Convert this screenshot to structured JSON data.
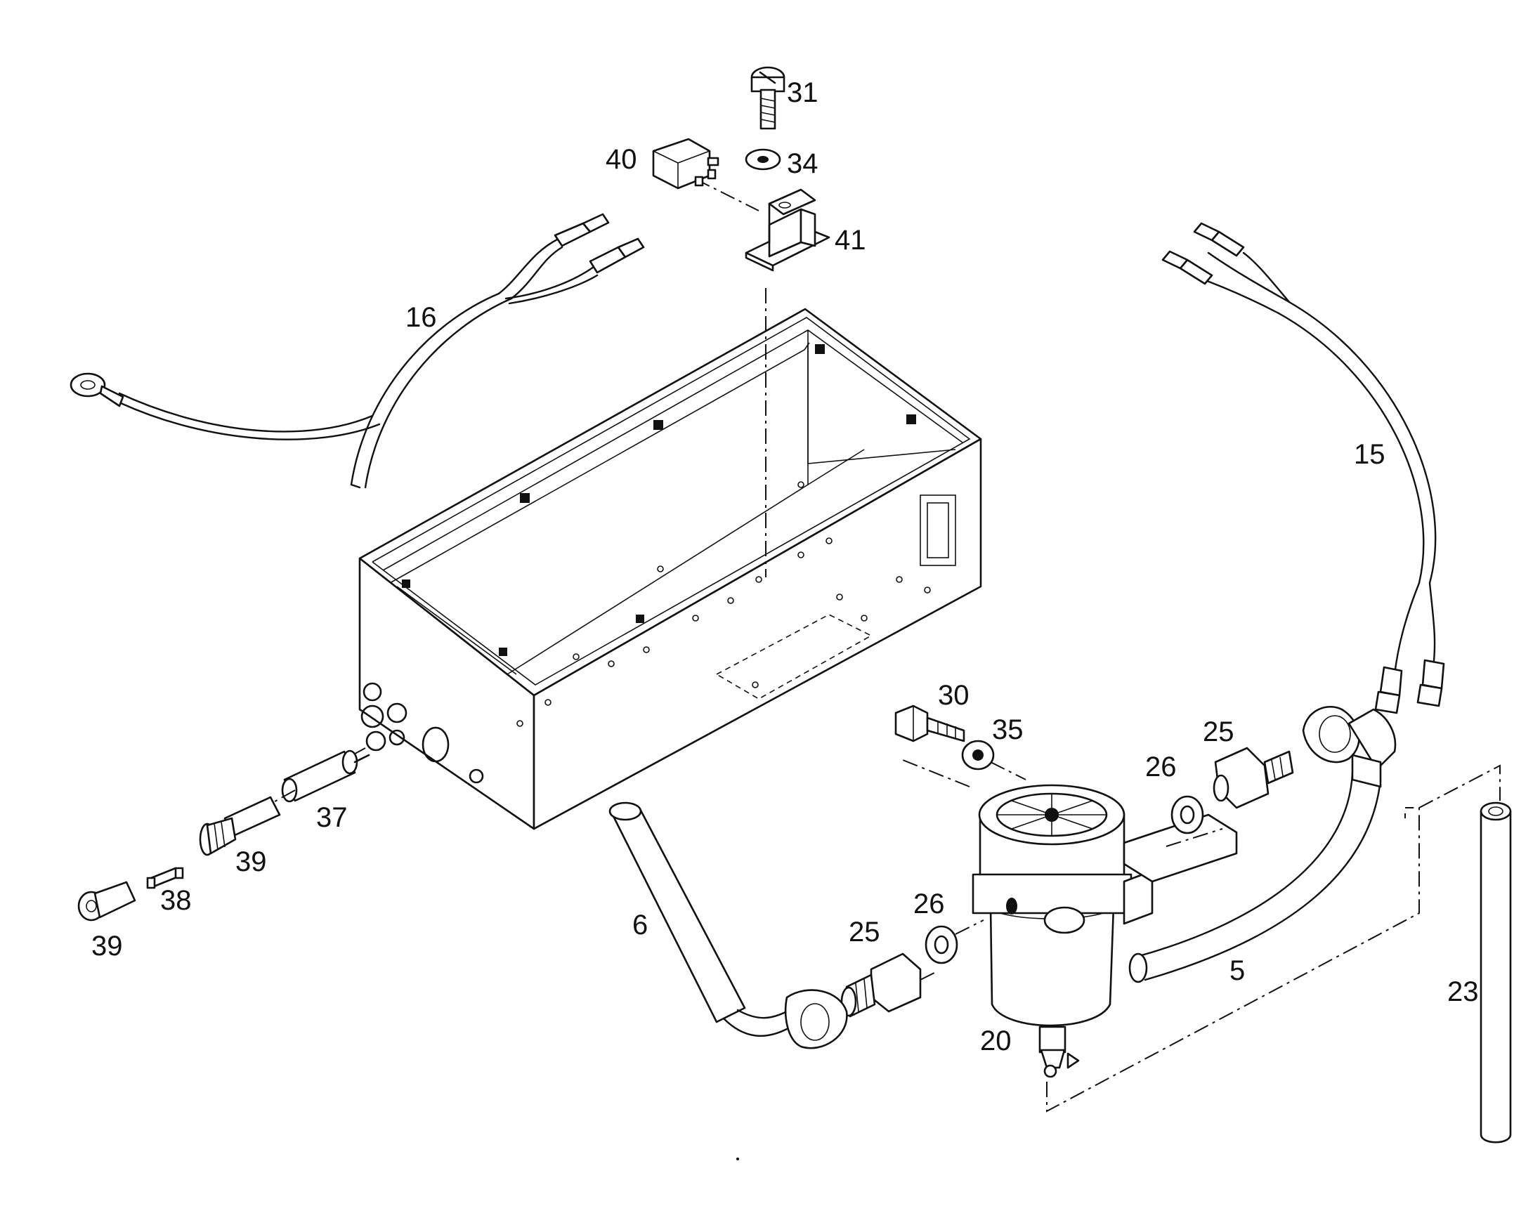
{
  "labels": {
    "p31": "31",
    "p34": "34",
    "p40": "40",
    "p41": "41",
    "p16": "16",
    "p15": "15",
    "p30": "30",
    "p35": "35",
    "p25a": "25",
    "p26a": "26",
    "p37": "37",
    "p39a": "39",
    "p38": "38",
    "p39b": "39",
    "p6": "6",
    "p25b": "25",
    "p26b": "26",
    "p20": "20",
    "p5": "5",
    "p23": "23"
  }
}
